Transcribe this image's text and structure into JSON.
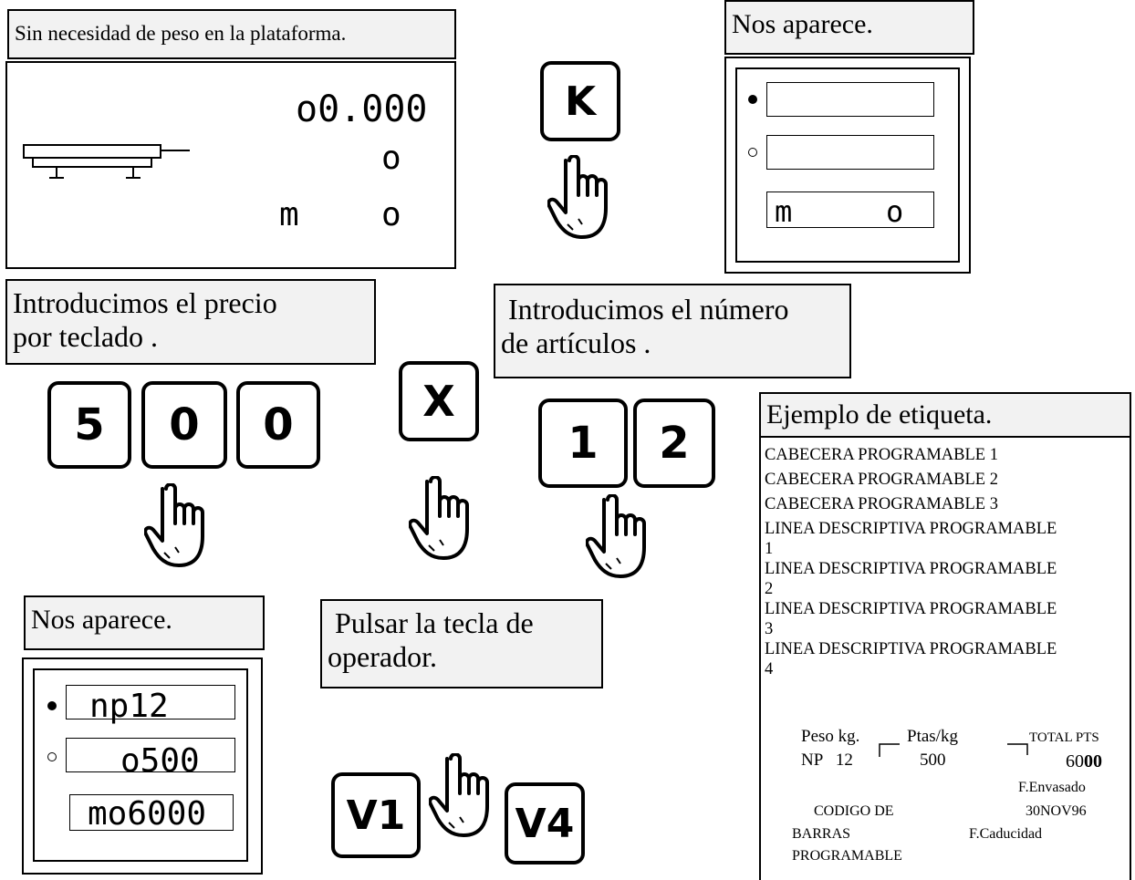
{
  "caption_top_left": "Sin necesidad de peso en la plataforma.",
  "display1": {
    "weight": "o0.000",
    "line2": "o",
    "m_label": "m",
    "m_value": "o"
  },
  "key_k": "K",
  "caption_nos_aparece_1": "Nos aparece.",
  "display2": {
    "m_label": "m",
    "m_value": "o"
  },
  "caption_precio": [
    "Introducimos el precio",
    "por teclado ."
  ],
  "keys_price": [
    "5",
    "0",
    "0"
  ],
  "key_x": "X",
  "caption_articulos": [
    " Introducimos el número",
    "de artículos ."
  ],
  "keys_articles": [
    "1",
    "2"
  ],
  "caption_nos_aparece_2": "Nos aparece.",
  "display3": {
    "row1": "np12",
    "row2": "o500",
    "row3": "mo6000"
  },
  "caption_operador": [
    " Pulsar la tecla de",
    "operador."
  ],
  "key_v1": "V1",
  "key_v4": "V4",
  "label_example": {
    "title": "Ejemplo de etiqueta.",
    "lines": [
      "CABECERA PROGRAMABLE 1",
      "CABECERA PROGRAMABLE 2",
      "CABECERA PROGRAMABLE 3",
      "LINEA DESCRIPTIVA PROGRAMABLE",
      "1",
      "LINEA DESCRIPTIVA PROGRAMABLE",
      "2",
      "LINEA DESCRIPTIVA PROGRAMABLE",
      "3",
      "LINEA DESCRIPTIVA PROGRAMABLE",
      "4"
    ],
    "peso_header": "Peso kg.",
    "ptas_header": "Ptas/kg",
    "total_header": "TOTAL PTS",
    "np_label": "NP   12",
    "price_value": "500",
    "total_value_a": "60",
    "total_value_b": "00",
    "envasado_label": "F.Envasado",
    "envasado_date": "30NOV96",
    "codigo_line1": "CODIGO DE",
    "codigo_line2": "BARRAS",
    "codigo_line3": "PROGRAMABLE",
    "caducidad_label": "F.Caducidad"
  }
}
